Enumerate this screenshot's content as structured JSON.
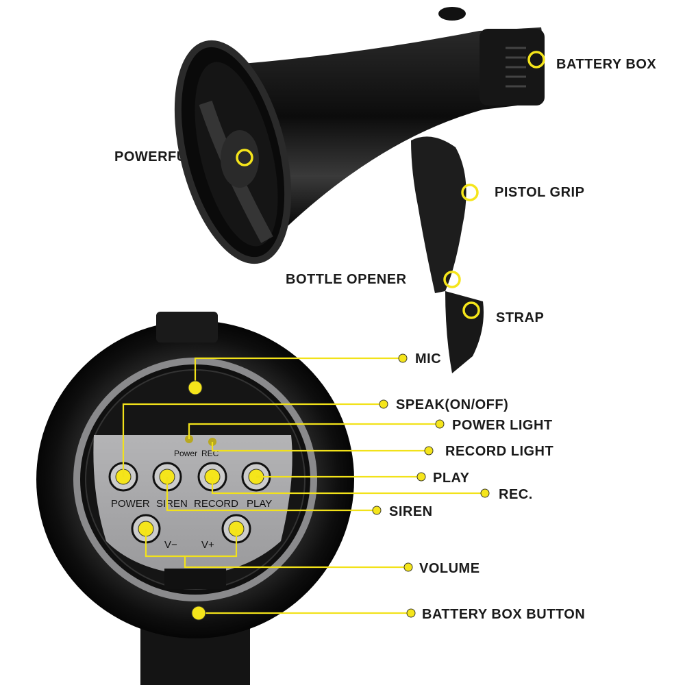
{
  "colors": {
    "callout": "#f5e51b",
    "body": "#111111",
    "panel": "#a9a9ab"
  },
  "top_labels": {
    "battery_box": "BATTERY BOX",
    "powerful": "POWERFUL",
    "pistol_grip": "PISTOL GRIP",
    "bottle_opener": "BOTTLE OPENER",
    "strap": "STRAP"
  },
  "panel_labels": {
    "mic": "MIC",
    "speak": "SPEAK(ON/OFF)",
    "power_light": "POWER LIGHT",
    "record_light": "RECORD LIGHT",
    "play": "PLAY",
    "rec": "REC.",
    "siren": "SIREN",
    "volume": "VOLUME",
    "battery_box_button": "BATTERY BOX BUTTON"
  },
  "panel_print": {
    "power_led": "Power",
    "rec_led": "REC",
    "buttons": [
      "POWER",
      "SIREN",
      "RECORD",
      "PLAY"
    ],
    "vol_down": "V−",
    "vol_up": "V+"
  }
}
